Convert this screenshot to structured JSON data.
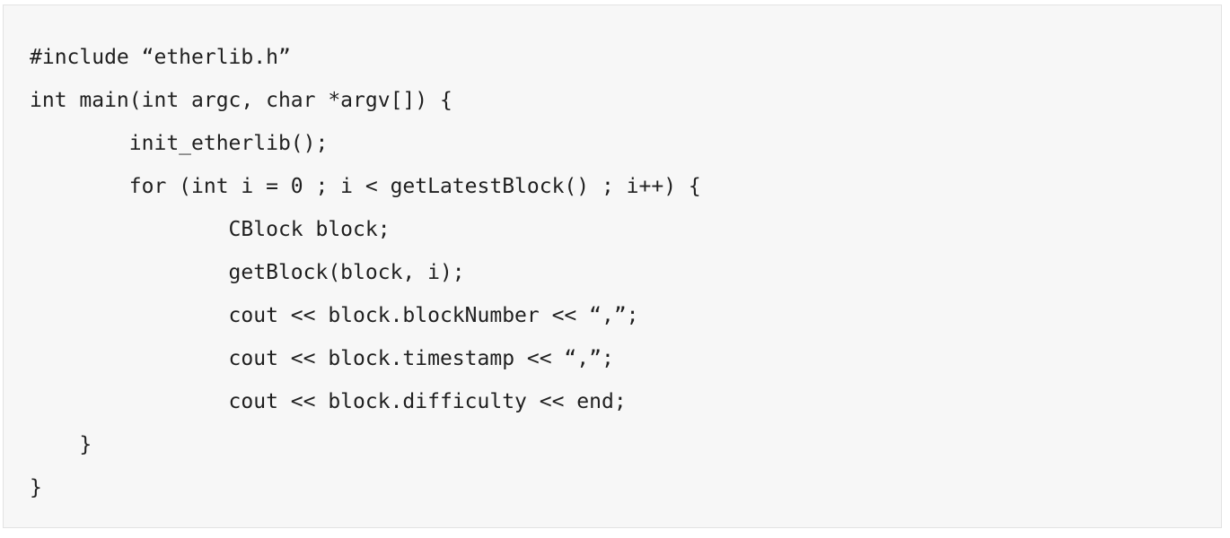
{
  "code": {
    "lines": [
      "#include “etherlib.h”",
      "int main(int argc, char *argv[]) {",
      "        init_etherlib();",
      "        for (int i = 0 ; i < getLatestBlock() ; i++) {",
      "                CBlock block;",
      "                getBlock(block, i);",
      "                cout << block.blockNumber << “,”;",
      "                cout << block.timestamp << “,”;",
      "                cout << block.difficulty << end;",
      "    }",
      "}"
    ]
  }
}
